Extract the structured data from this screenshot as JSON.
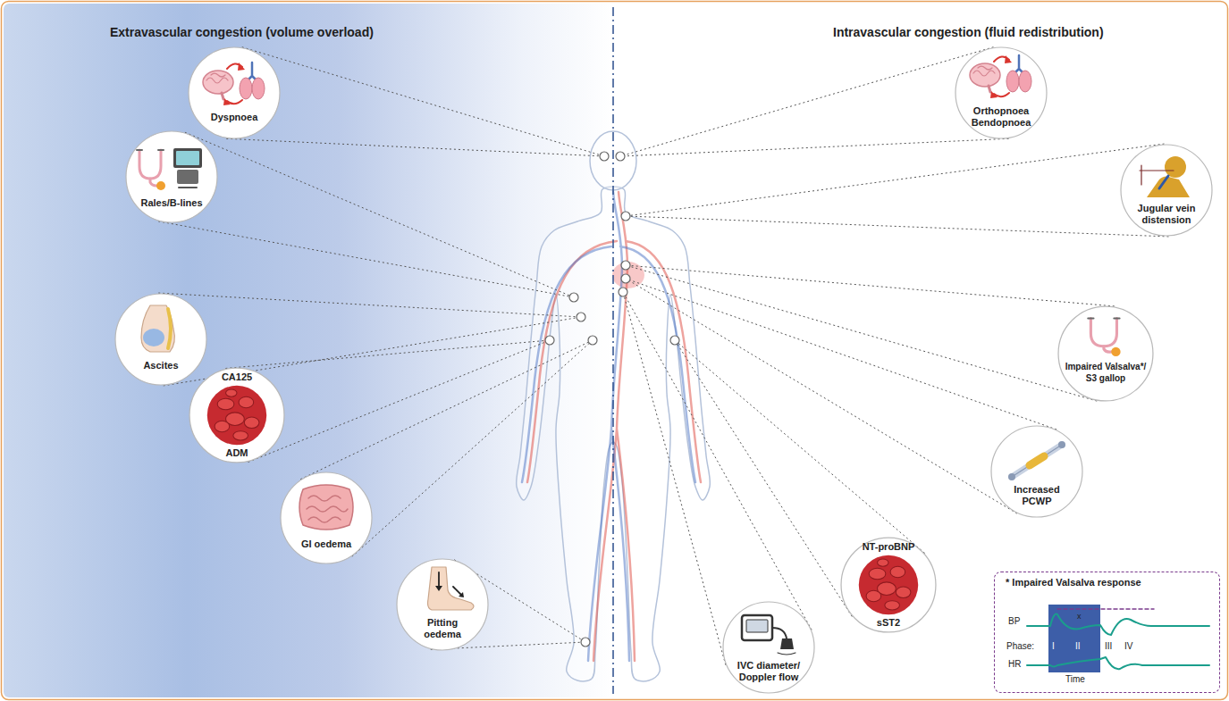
{
  "diagram": {
    "nodes": [
      {
        "text": [
          "Extravascular congestion (volume overload)"
        ]
      },
      {
        "text": [
          "Dyspnoea"
        ],
        "in": 0
      },
      {
        "text": [
          "Rales/B-lines"
        ],
        "in": 0
      },
      {
        "text": [
          "Ascites"
        ],
        "in": 0
      },
      {
        "text": [
          "CA125",
          "ADM"
        ],
        "in": 0
      },
      {
        "text": [
          "GI oedema"
        ],
        "in": 0
      },
      {
        "text": [
          "Pitting oedema"
        ],
        "in": 0
      },
      {
        "text": [
          "Intravascular congestion (fluid redistribution)"
        ]
      },
      {
        "text": [
          "Orthopnoea Bendopnoea"
        ],
        "in": 7
      },
      {
        "text": [
          "Jugular vein distension"
        ],
        "in": 7
      },
      {
        "text": [
          "Impaired Valsalva*/ S3 gallop"
        ],
        "in": 7
      },
      {
        "text": [
          "Increased PCWP"
        ],
        "in": 7
      },
      {
        "text": [
          "NT-proBNP",
          "sST2"
        ],
        "in": 7
      },
      {
        "text": [
          "IVC diameter/ Doppler flow"
        ],
        "in": 7
      },
      {
        "text": [
          "* Impaired Valsalva response"
        ],
        "in": 7
      }
    ],
    "labels": [
      "BP",
      "x",
      "Phase:",
      "I",
      "II",
      "III",
      "IV",
      "HR",
      "Time"
    ]
  }
}
